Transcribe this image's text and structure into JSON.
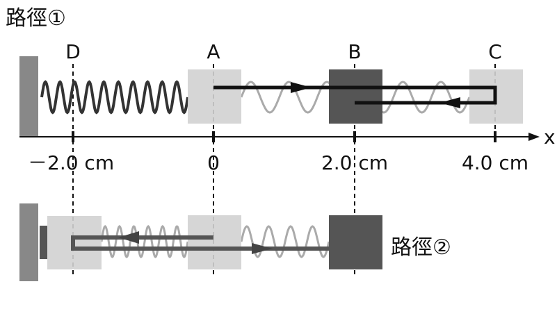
{
  "path1_label": "路徑①",
  "path2_label": "路徑②",
  "axis_label": "x",
  "points": [
    {
      "name": "D",
      "tick": "－2.0 cm"
    },
    {
      "name": "A",
      "tick": "0"
    },
    {
      "name": "B",
      "tick": "2.0 cm"
    },
    {
      "name": "C",
      "tick": "4.0 cm"
    }
  ],
  "colors": {
    "block_light": "#cfcfcf",
    "block_dark": "#555555",
    "wall": "#888888",
    "path": "#111111"
  }
}
